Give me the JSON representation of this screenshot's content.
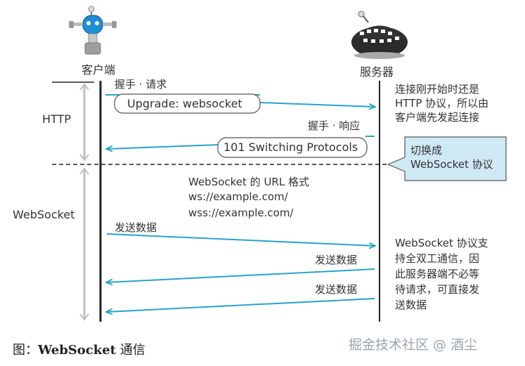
{
  "client_label": "客户端",
  "server_label": "服务器",
  "phases": {
    "http": "HTTP",
    "websocket": "WebSocket"
  },
  "messages": {
    "handshake_request": "握手 · 请求",
    "upgrade_header": "Upgrade: websocket",
    "handshake_response": "握手 · 响应",
    "switching_protocols": "101 Switching Protocols",
    "send_data_1": "发送数据",
    "send_data_2": "发送数据",
    "send_data_3": "发送数据"
  },
  "url_format": {
    "title": "WebSocket 的 URL 格式",
    "ws": "ws://example.com/",
    "wss": "wss://example.com/"
  },
  "notes": {
    "connection": [
      "连接刚开始时还是",
      "HTTP 协议，所以由",
      "客户端先发起连接"
    ],
    "switch": [
      "切换成",
      "WebSocket 协议"
    ],
    "full_duplex": [
      "WebSocket 协议支",
      "持全双工通信，因",
      "此服务器端不必等",
      "待请求，可直接发",
      "送数据"
    ]
  },
  "caption": {
    "prefix": "图：",
    "bold": "WebSocket",
    "suffix": " 通信"
  },
  "watermark": "掘金技术社区 @ 酒尘",
  "colors": {
    "arrow": "#29a3cc",
    "note_fill": "#cfe9f5",
    "line": "#222222",
    "phase_bar": "#bfbfbf"
  },
  "icons": [
    "client-robot-icon",
    "server-robot-icon"
  ]
}
